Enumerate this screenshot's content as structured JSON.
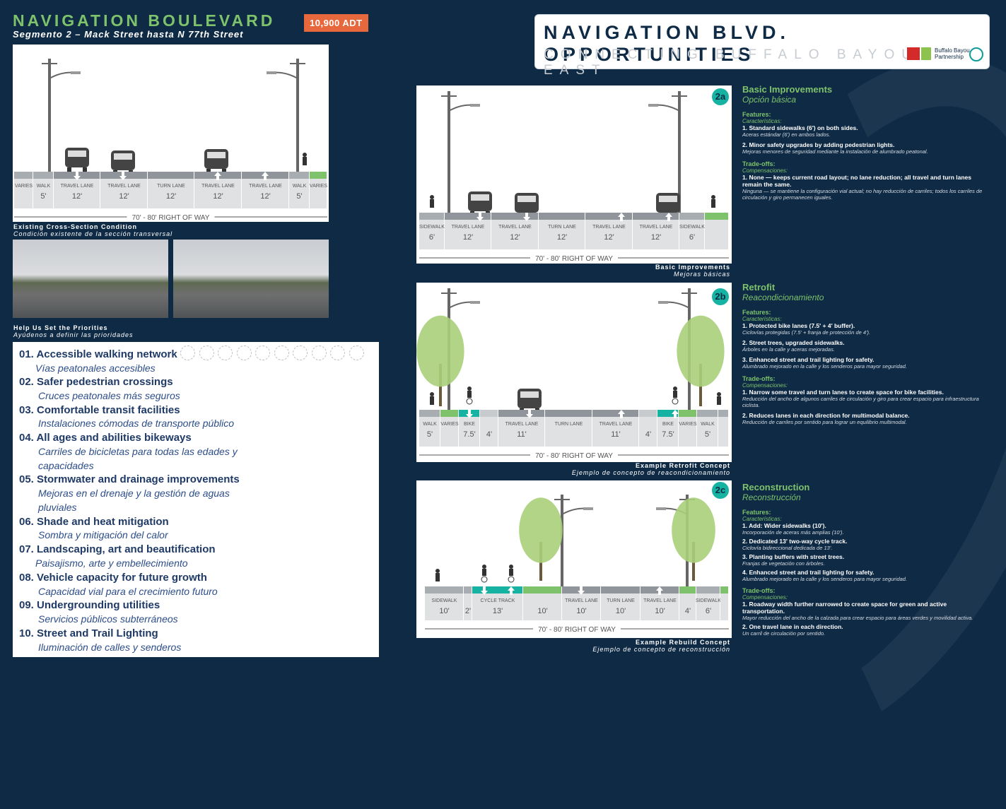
{
  "header": {
    "title": "NAVIGATION BOULEVARD",
    "subtitle": "Segmento 2 – Mack Street hasta N 77th Street",
    "adt": "10,900 ADT"
  },
  "brand": {
    "title": "NAVIGATION BLVD. OPPORTUNITIES",
    "subtitle": "CONNECTING BUFFALO BAYOU EAST",
    "partner": "Buffalo Bayou Partnership"
  },
  "existing": {
    "labels": [
      "VARIES",
      "WALK",
      "TRAVEL LANE",
      "TRAVEL LANE",
      "TURN LANE",
      "TRAVEL LANE",
      "TRAVEL LANE",
      "WALK",
      "VARIES"
    ],
    "widths": [
      "",
      "5'",
      "12'",
      "12'",
      "12'",
      "12'",
      "12'",
      "5'",
      ""
    ],
    "row": "70' - 80' RIGHT OF WAY",
    "caption": "Existing Cross-Section Condition",
    "caption_es": "Condición existente de la sección transversal"
  },
  "photos_caption": "Help Us Set the Priorities",
  "photos_caption_es": "Ayúdenos a definir las prioridades",
  "priorities": [
    {
      "en": "01. Accessible walking network",
      "es": "Vías peatonales accesibles"
    },
    {
      "en": "02. Safer pedestrian crossings",
      "es": "Cruces peatonales más seguros"
    },
    {
      "en": "03. Comfortable transit facilities",
      "es": "Instalaciones cómodas de transporte público"
    },
    {
      "en": "04. All ages and abilities bikeways",
      "es": "Carriles de bicicletas para todas las edades y",
      "es2": "capacidades"
    },
    {
      "en": "05. Stormwater and drainage improvements",
      "es": "Mejoras en el drenaje y la gestión de aguas",
      "es2": "pluviales"
    },
    {
      "en": "06. Shade and heat mitigation",
      "es": "Sombra y mitigación del calor"
    },
    {
      "en": "07. Landscaping, art and beautification",
      "es": "Paisajismo, arte y embellecimiento"
    },
    {
      "en": "08. Vehicle capacity for future growth",
      "es": "Capacidad vial para el crecimiento futuro"
    },
    {
      "en": "09. Undergrounding utilities",
      "es": "Servicios públicos subterráneos"
    },
    {
      "en": "10. Street and Trail Lighting",
      "es": "Iluminación de calles y senderos"
    }
  ],
  "options": [
    {
      "badge": "2a",
      "title": "Basic Improvements",
      "title_es": "Opción básica",
      "labels": [
        "SIDEWALK",
        "TRAVEL LANE",
        "TRAVEL LANE",
        "TURN LANE",
        "TRAVEL LANE",
        "TRAVEL LANE",
        "SIDEWALK"
      ],
      "widths": [
        "6'",
        "12'",
        "12'",
        "12'",
        "12'",
        "12'",
        "6'"
      ],
      "row": "70' - 80' RIGHT OF WAY",
      "caption": "Basic Improvements",
      "caption_es": "Mejoras básicas",
      "features": "Features:",
      "features_es": "Características:",
      "items": [
        {
          "en": "1. Standard sidewalks (6') on both sides.",
          "es": "Aceras estándar (6') en ambos lados."
        },
        {
          "en": "2. Minor safety upgrades by adding pedestrian lights.",
          "es": "Mejoras menores de seguridad mediante la instalación de alumbrado peatonal."
        }
      ],
      "tradeoffs": "Trade-offs:",
      "tradeoffs_es": "Compensaciones:",
      "trades": [
        {
          "en": "1. None — keeps current road layout; no lane reduction; all travel and turn lanes remain the same.",
          "es": "Ninguna — se mantiene la configuración vial actual; no hay reducción de carriles; todos los carriles de circulación y giro permanecen iguales."
        }
      ]
    },
    {
      "badge": "2b",
      "title": "Retrofit",
      "title_es": "Reacondicionamiento",
      "labels": [
        "WALK",
        "VARIES",
        "BIKE",
        "",
        "TRAVEL LANE",
        "TURN LANE",
        "TRAVEL LANE",
        "",
        "BIKE",
        "VARIES",
        "WALK"
      ],
      "widths": [
        "5'",
        "",
        "7.5'",
        "4'",
        "11'",
        "",
        "11'",
        "4'",
        "7.5'",
        "",
        "5'"
      ],
      "row": "70' - 80' RIGHT OF WAY",
      "caption": "Example Retrofit Concept",
      "caption_es": "Ejemplo de concepto de reacondicionamiento",
      "features": "Features:",
      "features_es": "Características:",
      "items": [
        {
          "en": "1. Protected bike lanes (7.5' + 4' buffer).",
          "es": "Ciclovías protegidas (7.5' + franja de protección de 4')."
        },
        {
          "en": "2. Street trees, upgraded sidewalks.",
          "es": "Árboles en la calle y aceras mejoradas."
        },
        {
          "en": "3. Enhanced street and trail lighting for safety.",
          "es": "Alumbrado mejorado en la calle y los senderos para mayor seguridad."
        }
      ],
      "tradeoffs": "Trade-offs:",
      "tradeoffs_es": "Compensaciones:",
      "trades": [
        {
          "en": "1. Narrow some travel and turn lanes to create space for bike facilities.",
          "es": "Reducción del ancho de algunos carriles de circulación y giro para crear espacio para infraestructura ciclista."
        },
        {
          "en": "2. Reduces lanes in each direction for multimodal balance.",
          "es": "Reducción de carriles por sentido para lograr un equilibrio multimodal."
        }
      ]
    },
    {
      "badge": "2c",
      "title": "Reconstruction",
      "title_es": "Reconstrucción",
      "labels": [
        "SIDEWALK",
        "",
        "CYCLE TRACK",
        "",
        "TRAVEL LANE",
        "TURN LANE",
        "TRAVEL LANE",
        "",
        "SIDEWALK"
      ],
      "widths": [
        "10'",
        "2'",
        "13'",
        "10'",
        "10'",
        "10'",
        "10'",
        "4'",
        "6'"
      ],
      "row": "70' - 80' RIGHT OF WAY",
      "caption": "Example Rebuild Concept",
      "caption_es": "Ejemplo de concepto de reconstrucción",
      "features": "Features:",
      "features_es": "Características:",
      "items": [
        {
          "en": "1. Add: Wider sidewalks (10').",
          "es": "Incorporación de aceras más amplias (10')."
        },
        {
          "en": "2. Dedicated 13' two-way cycle track.",
          "es": "Ciclovía bidireccional dedicada de 13'."
        },
        {
          "en": "3. Planting buffers with street trees.",
          "es": "Franjas de vegetación con árboles."
        },
        {
          "en": "4. Enhanced street and trail lighting for safety.",
          "es": "Alumbrado mejorado en la calle y los senderos para mayor seguridad."
        }
      ],
      "tradeoffs": "Trade-offs:",
      "tradeoffs_es": "Compensaciones:",
      "trades": [
        {
          "en": "1. Roadway width further narrowed to create space for green and active transportation.",
          "es": "Mayor reducción del ancho de la calzada para crear espacio para áreas verdes y movilidad activa."
        },
        {
          "en": "2. One travel lane in each direction.",
          "es": "Un carril de circulación por sentido."
        }
      ]
    }
  ],
  "colors": {
    "navy": "#0f2a45",
    "green": "#7ec26b",
    "orange": "#e8683d",
    "teal": "#16b2a2"
  }
}
